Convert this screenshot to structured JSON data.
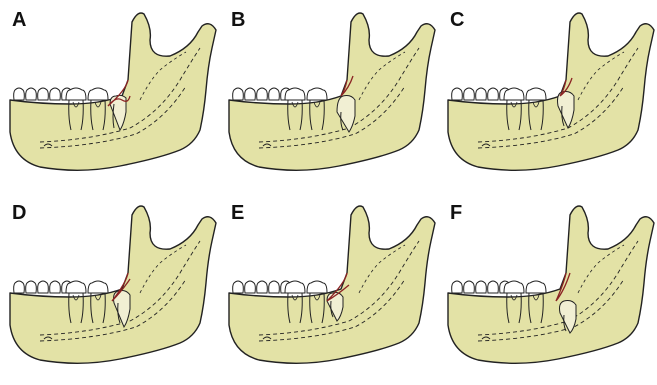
{
  "figure": {
    "colors": {
      "bone_fill": "#e3e2a6",
      "outline": "#222222",
      "tooth_fill": "#ffffff",
      "third_molar_fill": "#f1efd3",
      "gingiva_line": "#8b2323"
    },
    "panels": [
      {
        "label": "A"
      },
      {
        "label": "B"
      },
      {
        "label": "C"
      },
      {
        "label": "D"
      },
      {
        "label": "E"
      },
      {
        "label": "F"
      }
    ]
  }
}
